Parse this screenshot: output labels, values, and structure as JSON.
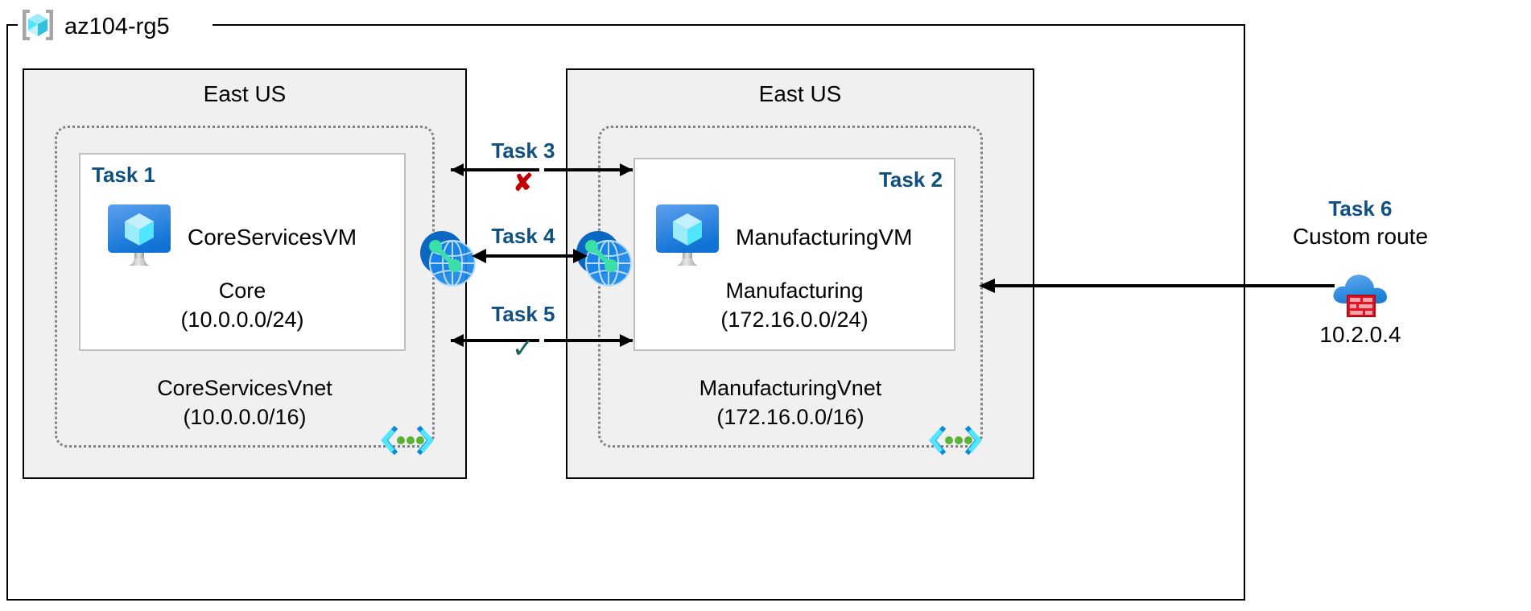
{
  "diagram": {
    "title": "az104-rg5",
    "resource_group": {
      "name": "az104-rg5",
      "icon": "azure-resource-group-icon"
    },
    "regions": [
      {
        "id": "left",
        "label": "East US"
      },
      {
        "id": "right",
        "label": "East US"
      }
    ],
    "vnets": [
      {
        "id": "core",
        "name": "CoreServicesVnet",
        "address_space": "(10.0.0.0/16)",
        "icon": "vnet-icon",
        "subnet": {
          "task": "Task 1",
          "name": "Core",
          "address_prefix": "(10.0.0.0/24)",
          "vm": {
            "name": "CoreServicesVM",
            "icon": "virtual-machine-icon"
          }
        }
      },
      {
        "id": "manufacturing",
        "name": "ManufacturingVnet",
        "address_space": "(172.16.0.0/16)",
        "icon": "vnet-icon",
        "subnet": {
          "task": "Task 2",
          "name": "Manufacturing",
          "address_prefix": "(172.16.0.0/24)",
          "vm": {
            "name": "ManufacturingVM",
            "icon": "virtual-machine-icon"
          }
        }
      }
    ],
    "peering_icons": [
      {
        "id": "peering-left",
        "icon": "vnet-peering-icon"
      },
      {
        "id": "peering-right",
        "icon": "vnet-peering-icon"
      }
    ],
    "connections": [
      {
        "id": "task3",
        "label": "Task 3",
        "mark": "✘",
        "mark_kind": "x",
        "direction": "bidirectional"
      },
      {
        "id": "task4",
        "label": "Task 4",
        "mark": "",
        "mark_kind": "none",
        "direction": "bidirectional"
      },
      {
        "id": "task5",
        "label": "Task 5",
        "mark": "✓",
        "mark_kind": "check",
        "direction": "bidirectional"
      }
    ],
    "custom_route": {
      "task": "Task 6",
      "label": "Custom route",
      "ip": "10.2.0.4",
      "icon": "firewall-cloud-icon",
      "direction": "to-manufacturing-vnet"
    },
    "colors": {
      "task_blue": "#0f5081",
      "region_fill": "#f0f0f0",
      "vnet_border": "#808080",
      "subnet_border": "#bfbfbf",
      "x_red": "#c00000",
      "check_green": "#1a6356",
      "azure_blue": "#0078d4",
      "cyan": "#32c8f0"
    }
  }
}
